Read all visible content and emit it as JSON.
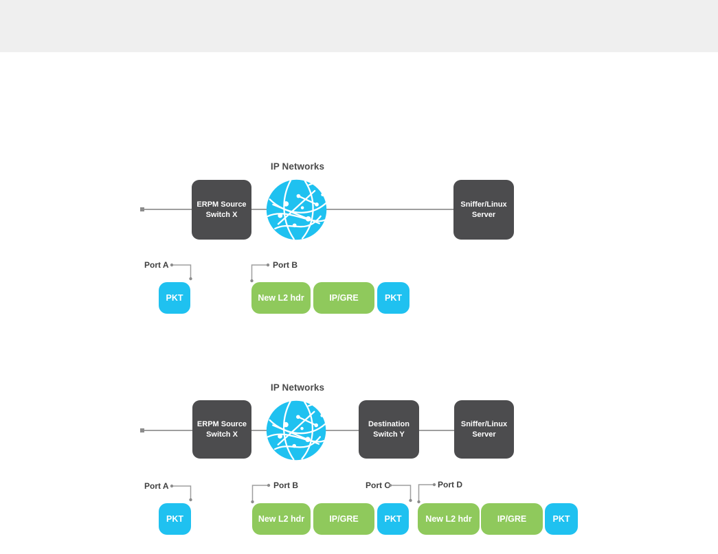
{
  "colors": {
    "band": "#efefef",
    "node_dark": "#4c4c4e",
    "packet_cyan": "#1fc1f0",
    "header_green": "#8fc95c",
    "line_gray": "#9e9e9e",
    "text_dark": "#4a4a4a"
  },
  "diagram1": {
    "title": "IP Networks",
    "source_switch": {
      "line1": "ERPM Source",
      "line2": "Switch X"
    },
    "sniffer": {
      "line1": "Sniffer/Linux",
      "line2": "Server"
    },
    "port_a": "Port A",
    "port_b": "Port B",
    "pkt_a": "PKT",
    "b_l2hdr": "New L2 hdr",
    "b_ipgre": "IP/GRE",
    "b_pkt": "PKT"
  },
  "diagram2": {
    "title": "IP Networks",
    "source_switch": {
      "line1": "ERPM Source",
      "line2": "Switch X"
    },
    "destination_switch": {
      "line1": "Destination",
      "line2": "Switch Y"
    },
    "sniffer": {
      "line1": "Sniffer/Linux",
      "line2": "Server"
    },
    "port_a": "Port A",
    "port_b": "Port B",
    "port_c": "Port C",
    "port_d": "Port D",
    "pkt_a": "PKT",
    "b_l2hdr": "New L2 hdr",
    "b_ipgre": "IP/GRE",
    "b_pkt": "PKT",
    "d_l2hdr": "New L2 hdr",
    "d_ipgre": "IP/GRE",
    "d_pkt": "PKT"
  }
}
